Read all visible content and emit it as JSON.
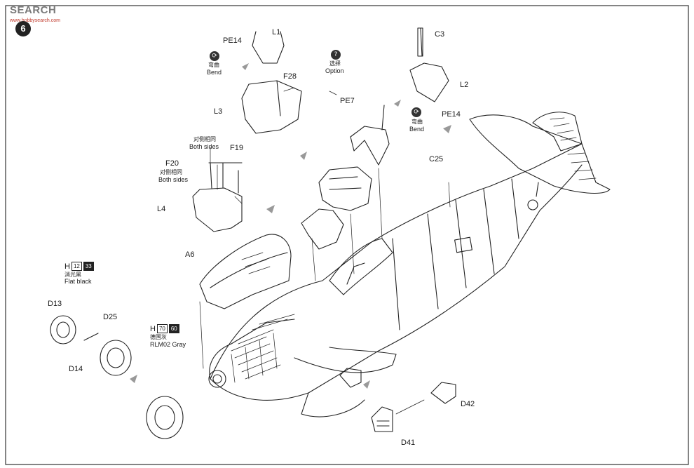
{
  "watermark": {
    "cn": "",
    "text": "SEARCH",
    "sub": "www.hobbysearch.com"
  },
  "step_number": "6",
  "part_labels": {
    "L1": "L1",
    "PE14a": "PE14",
    "F28": "F28",
    "L3": "L3",
    "PE7": "PE7",
    "C3": "C3",
    "L2": "L2",
    "PE14b": "PE14",
    "C25": "C25",
    "F19": "F19",
    "F20": "F20",
    "L4": "L4",
    "A6": "A6",
    "D13": "D13",
    "D25": "D25",
    "D14": "D14",
    "D42": "D42",
    "D41": "D41"
  },
  "notes": {
    "bend_cn": "弯曲",
    "bend_en": "Bend",
    "option_cn": "选择",
    "option_en": "Option",
    "both_sides_cn": "对侧相同",
    "both_sides_en": "Both sides"
  },
  "paints": [
    {
      "prefix": "H",
      "code1": "12",
      "code2": "33",
      "name_cn": "消光黑",
      "name_en": "Flat black"
    },
    {
      "prefix": "H",
      "code1": "70",
      "code2": "60",
      "name_cn": "德国灰",
      "name_en": "RLM02 Gray"
    }
  ],
  "icons": [
    "bend-icon",
    "option-icon",
    "arrow-icon"
  ]
}
